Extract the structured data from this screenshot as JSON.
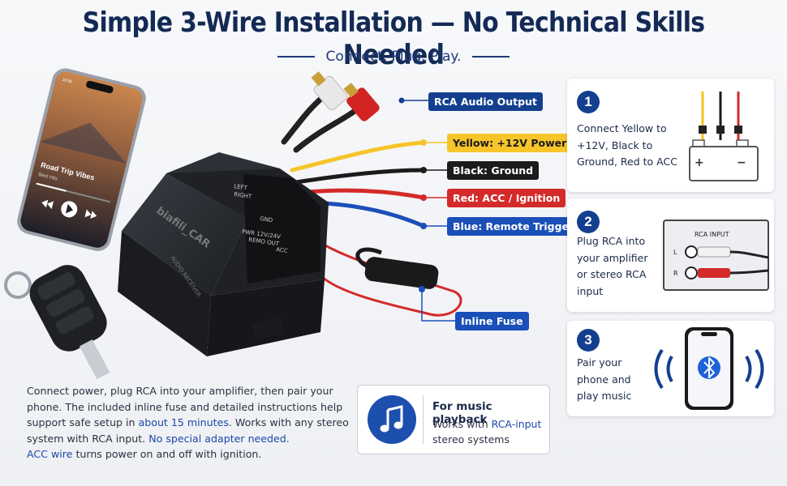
{
  "header": {
    "title": "Simple 3-Wire Installation — No Technical Skills Needed",
    "subtitle": "Connect. Plug. Play."
  },
  "phone": {
    "status_time": "10:30",
    "song_title": "Road Trip Vibes",
    "song_artist": "Best Hits"
  },
  "receiver": {
    "brand": "biafili_CAR",
    "model": "AUDIO RECEIVER",
    "port_left": "LEFT",
    "port_right": "RIGHT",
    "pin_gnd": "GND",
    "pin_pwr": "PWR  12V/24V",
    "pin_remo": "REMO OUT",
    "pin_acc": "ACC"
  },
  "callouts": {
    "rca": "RCA Audio Output",
    "yellow": "Yellow: +12V Power",
    "black": "Black: Ground",
    "red": "Red: ACC / Ignition",
    "blue": "Blue: Remote Trigger",
    "fuse": "Inline Fuse"
  },
  "steps": [
    {
      "number": "1",
      "text": "Connect Yellow to +12V, Black to Ground, Red to ACC",
      "battery_plus": "+",
      "battery_minus": "−"
    },
    {
      "number": "2",
      "text": "Plug RCA into your amplifier or stereo RCA input",
      "panel_label": "RCA INPUT",
      "left": "L",
      "right": "R"
    },
    {
      "number": "3",
      "text": "Pair your phone and play music",
      "icon": "bluetooth-icon"
    }
  ],
  "bottom": {
    "part1": "Connect power, plug RCA into your amplifier, then pair your phone. The included inline fuse and detailed instructions help support safe setup in ",
    "highlight1": "about 15 minutes",
    "part2": ". Works with any stereo system with RCA input. ",
    "highlight2": "No special adapter needed.",
    "highlight3": "ACC wire",
    "part3": " turns power on and off with ignition."
  },
  "music": {
    "title": "For music playback",
    "line1_prefix": "Works with ",
    "line1_highlight": "RCA-input",
    "line2": "stereo systems"
  },
  "colors": {
    "navy": "#142a55",
    "accent_blue": "#1b4fb8",
    "yellow": "#f7c52a",
    "red": "#d42a2a",
    "black": "#1b1b1b"
  }
}
